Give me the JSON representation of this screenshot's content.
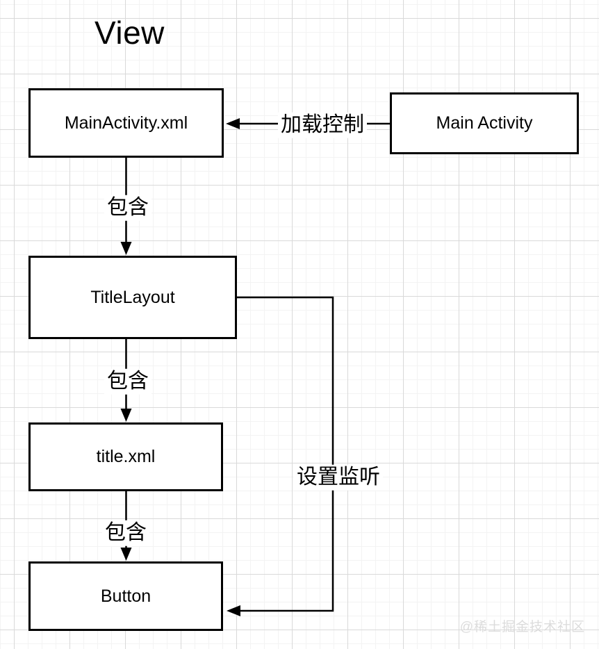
{
  "title": "View",
  "watermark": "@稀土掘金技术社区",
  "colors": {
    "stroke": "#000000",
    "node_fill": "#ffffff",
    "grid_major": "#d9d9d9",
    "grid_minor": "#f3f3f3",
    "watermark_text": "#dcdcdc"
  },
  "nodes": [
    {
      "id": "mainactivity-xml",
      "label": "MainActivity.xml"
    },
    {
      "id": "main-activity",
      "label": "Main Activity"
    },
    {
      "id": "titlelayout",
      "label": "TitleLayout"
    },
    {
      "id": "title-xml",
      "label": "title.xml"
    },
    {
      "id": "button",
      "label": "Button"
    }
  ],
  "edges": [
    {
      "from": "main-activity",
      "to": "mainactivity-xml",
      "label": "加载控制"
    },
    {
      "from": "mainactivity-xml",
      "to": "titlelayout",
      "label": "包含"
    },
    {
      "from": "titlelayout",
      "to": "title-xml",
      "label": "包含"
    },
    {
      "from": "title-xml",
      "to": "button",
      "label": "包含"
    },
    {
      "from": "titlelayout",
      "to": "button",
      "label": "设置监听"
    }
  ]
}
